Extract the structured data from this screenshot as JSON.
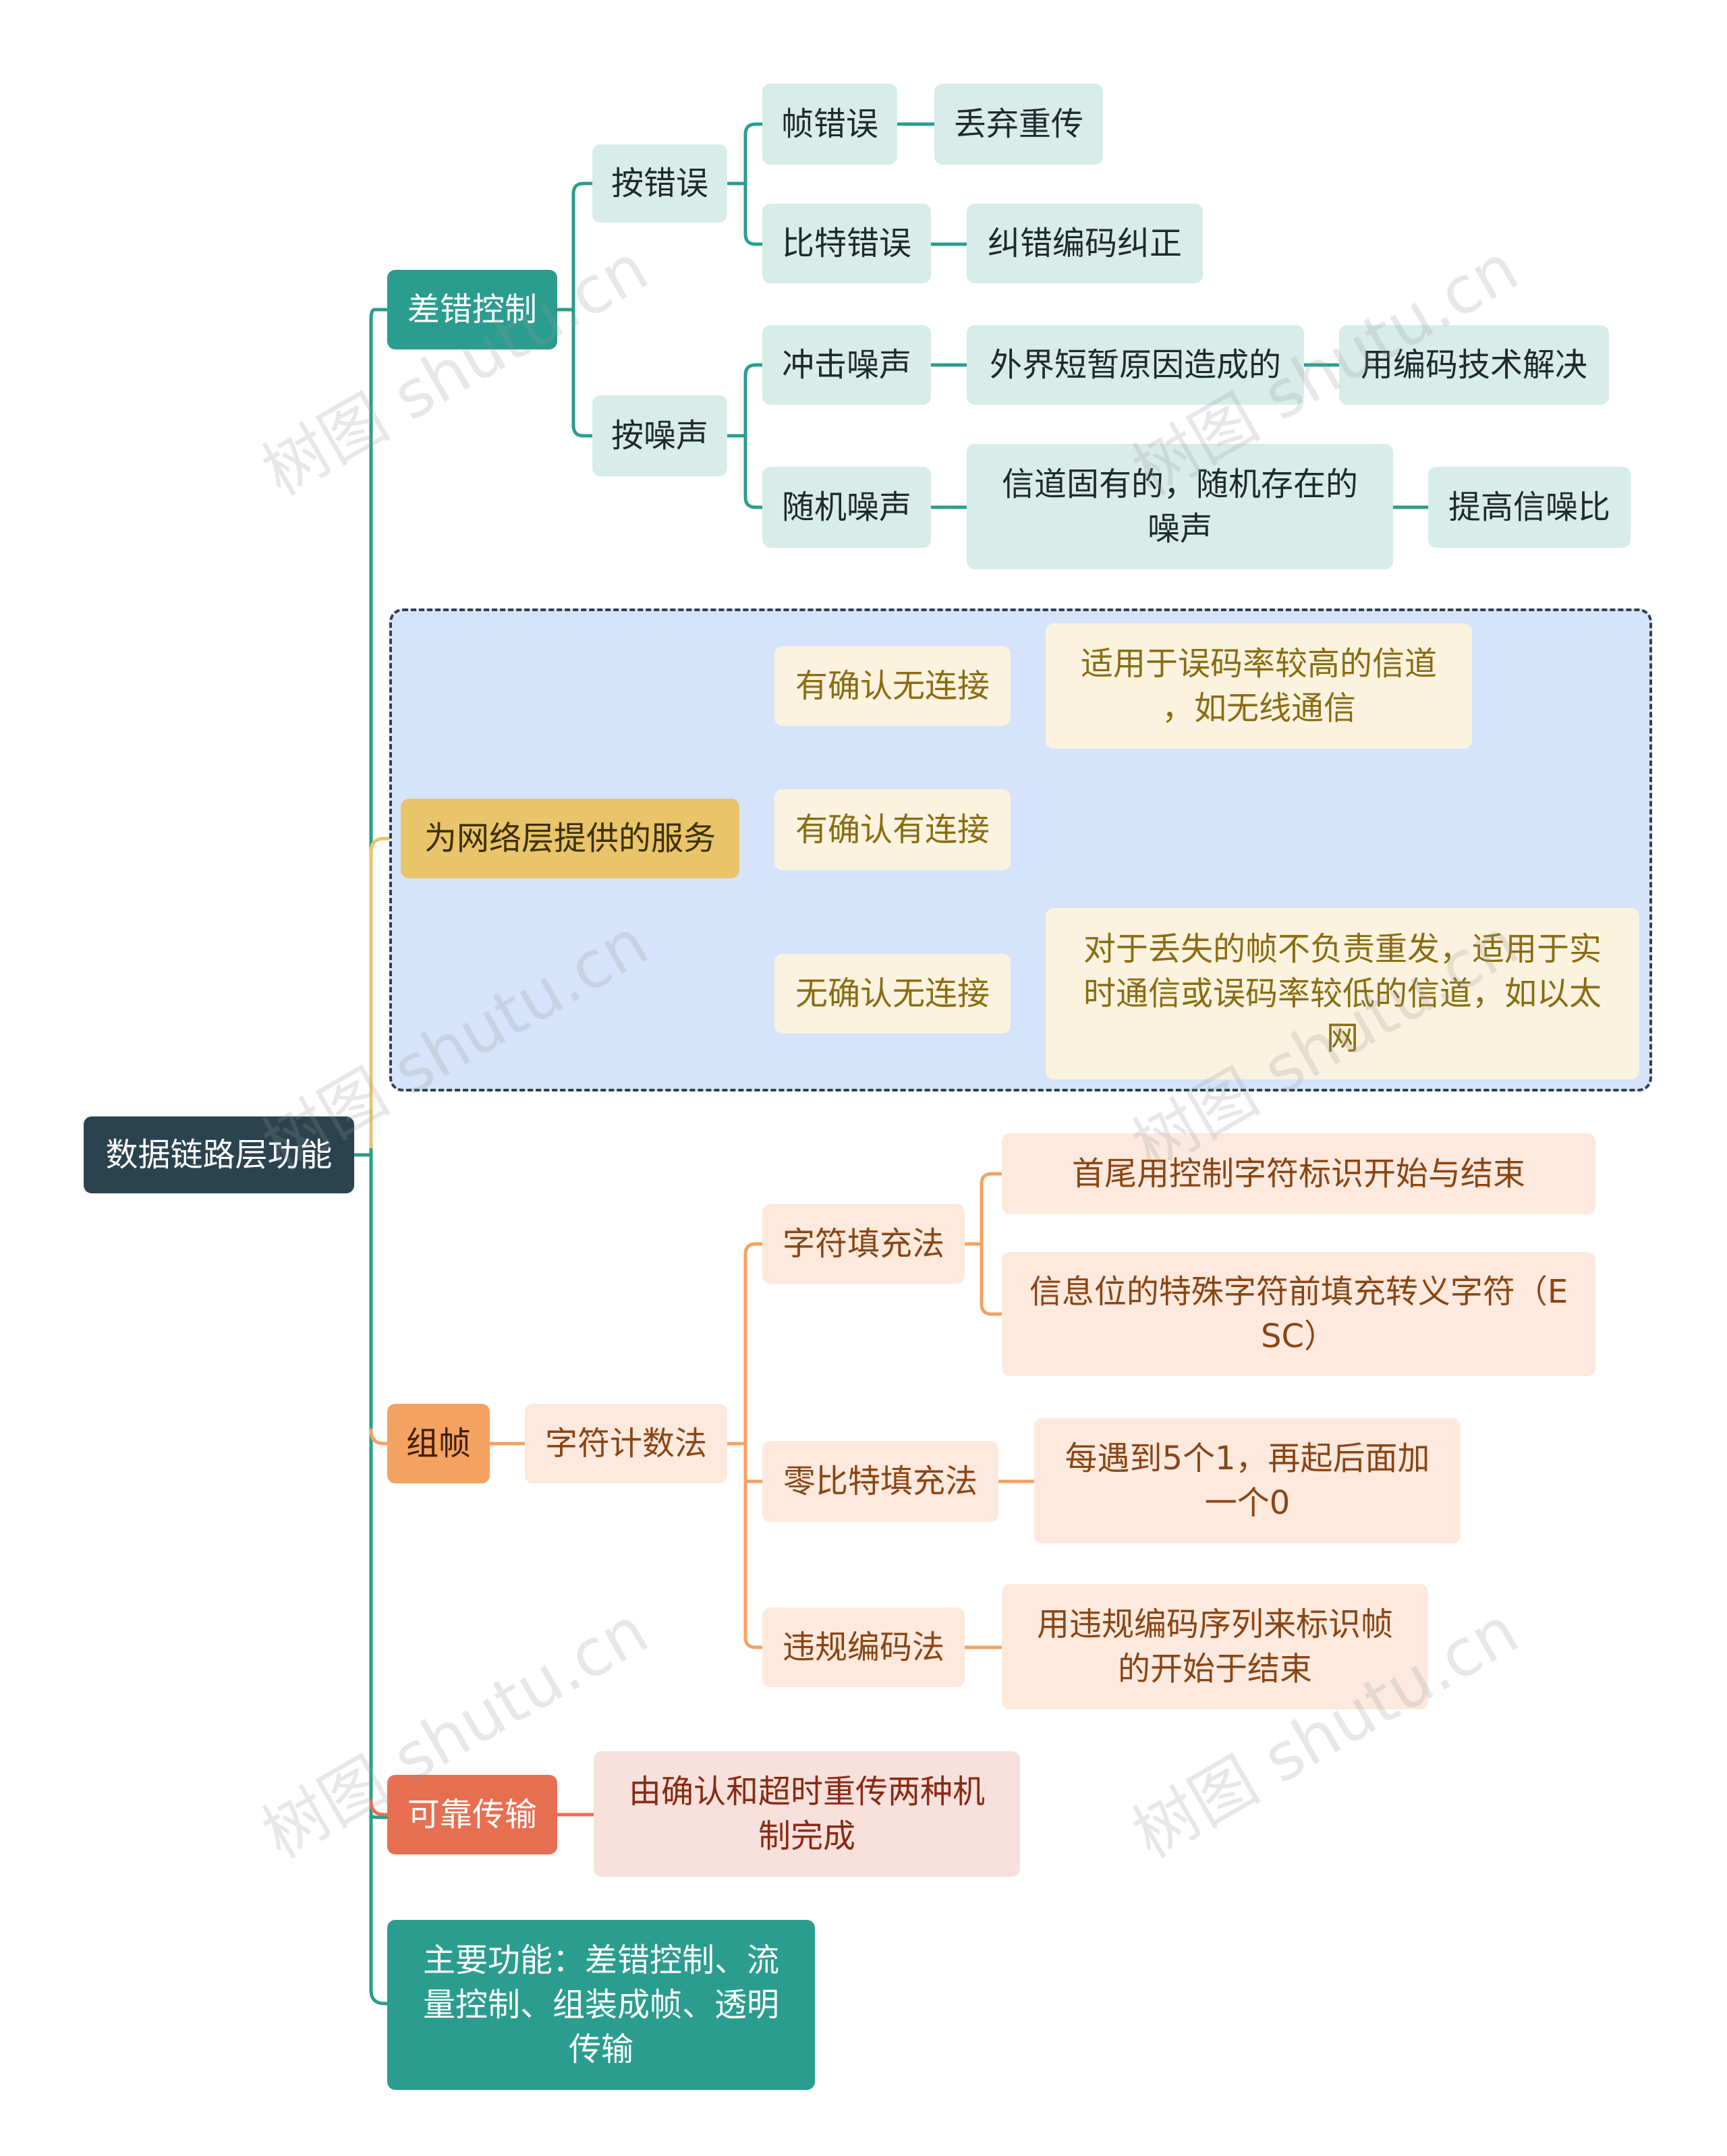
{
  "root": "数据链路层功能",
  "branches": {
    "error_control": {
      "label": "差错控制",
      "by_error": {
        "label": "按错误",
        "frame_error": "帧错误",
        "frame_error_action": "丢弃重传",
        "bit_error": "比特错误",
        "bit_error_action": "纠错编码纠正"
      },
      "by_noise": {
        "label": "按噪声",
        "impulse": "冲击噪声",
        "impulse_cause": "外界短暂原因造成的",
        "impulse_fix": "用编码技术解决",
        "random": "随机噪声",
        "random_cause": "信道固有的，随机存在的\n噪声",
        "random_fix": "提高信噪比"
      }
    },
    "services": {
      "label": "为网络层提供的服务",
      "ack_connectionless": "有确认无连接",
      "ack_connectionless_note": "适用于误码率较高的信道\n，如无线通信",
      "ack_connection": "有确认有连接",
      "noack_connectionless": "无确认无连接",
      "noack_connectionless_note": "对于丢失的帧不负责重发，适用于实\n时通信或误码率较低的信道，如以太\n网"
    },
    "framing": {
      "label": "组帧",
      "char_count": "字符计数法",
      "char_stuffing": "字符填充法",
      "char_stuffing_note1": "首尾用控制字符标识开始与结束",
      "char_stuffing_note2": "信息位的特殊字符前填充转义字符（E\nSC）",
      "zero_bit": "零比特填充法",
      "zero_bit_note": "每遇到5个1，再起后面加\n一个0",
      "violation": "违规编码法",
      "violation_note": "用违规编码序列来标识帧\n的开始于结束"
    },
    "reliable": {
      "label": "可靠传输",
      "note": "由确认和超时重传两种机\n制完成"
    },
    "summary": "主要功能：差错控制、流\n量控制、组装成帧、透明\n传输"
  },
  "watermark": "树图 shutu.cn",
  "colors": {
    "teal": "#2a9d8f",
    "yellow": "#e9c46a",
    "orange": "#f4a261",
    "red": "#e76f51",
    "root": "#2b434e"
  }
}
